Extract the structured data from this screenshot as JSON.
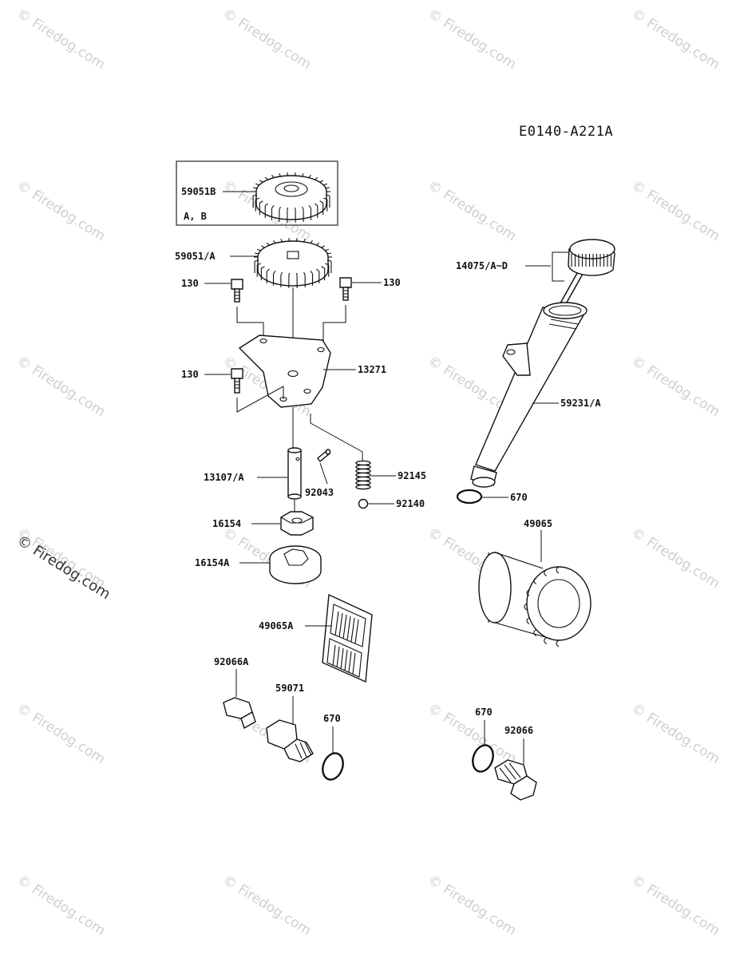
{
  "diagram": {
    "code": "E0140-A221A",
    "watermark": "© Firedog.com",
    "side_watermark": "© Firedog.com",
    "labels": {
      "gear_b": "59051B",
      "gear_b_note": "A, B",
      "gear_a": "59051/A",
      "bolt_left_top": "130",
      "bolt_right_top": "130",
      "bolt_left_mid": "130",
      "plate": "13271",
      "shaft": "13107/A",
      "pin": "92043",
      "spring": "92145",
      "ball": "92140",
      "inner_rotor": "16154",
      "outer_rotor": "16154A",
      "screen": "49065A",
      "plug_a": "92066A",
      "fitting": "59071",
      "oring_left": "670",
      "oring_right": "670",
      "plug_b": "92066",
      "dipstick": "14075/A~D",
      "filler_tube": "59231/A",
      "oring_tube": "670",
      "oil_filter": "49065"
    }
  }
}
